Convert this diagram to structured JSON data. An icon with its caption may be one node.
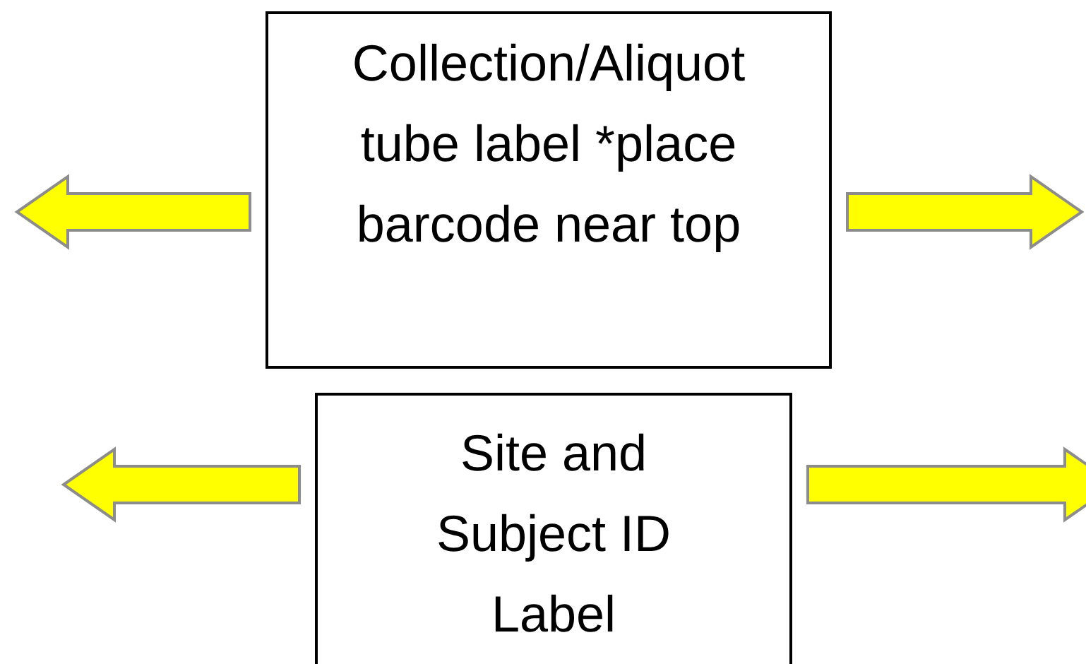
{
  "diagram": {
    "nodes": [
      {
        "text": [
          "Collection/Aliquot tube label *place barcode near top"
        ]
      },
      {
        "text": [
          "Site and Subject ID Label"
        ]
      }
    ],
    "edges": [
      {
        "from": 0,
        "to": null,
        "arrow": "to"
      },
      {
        "from": 0,
        "to": null,
        "arrow": "to"
      },
      {
        "from": 1,
        "to": null,
        "arrow": "to"
      },
      {
        "from": 1,
        "to": null,
        "arrow": "to"
      }
    ]
  }
}
